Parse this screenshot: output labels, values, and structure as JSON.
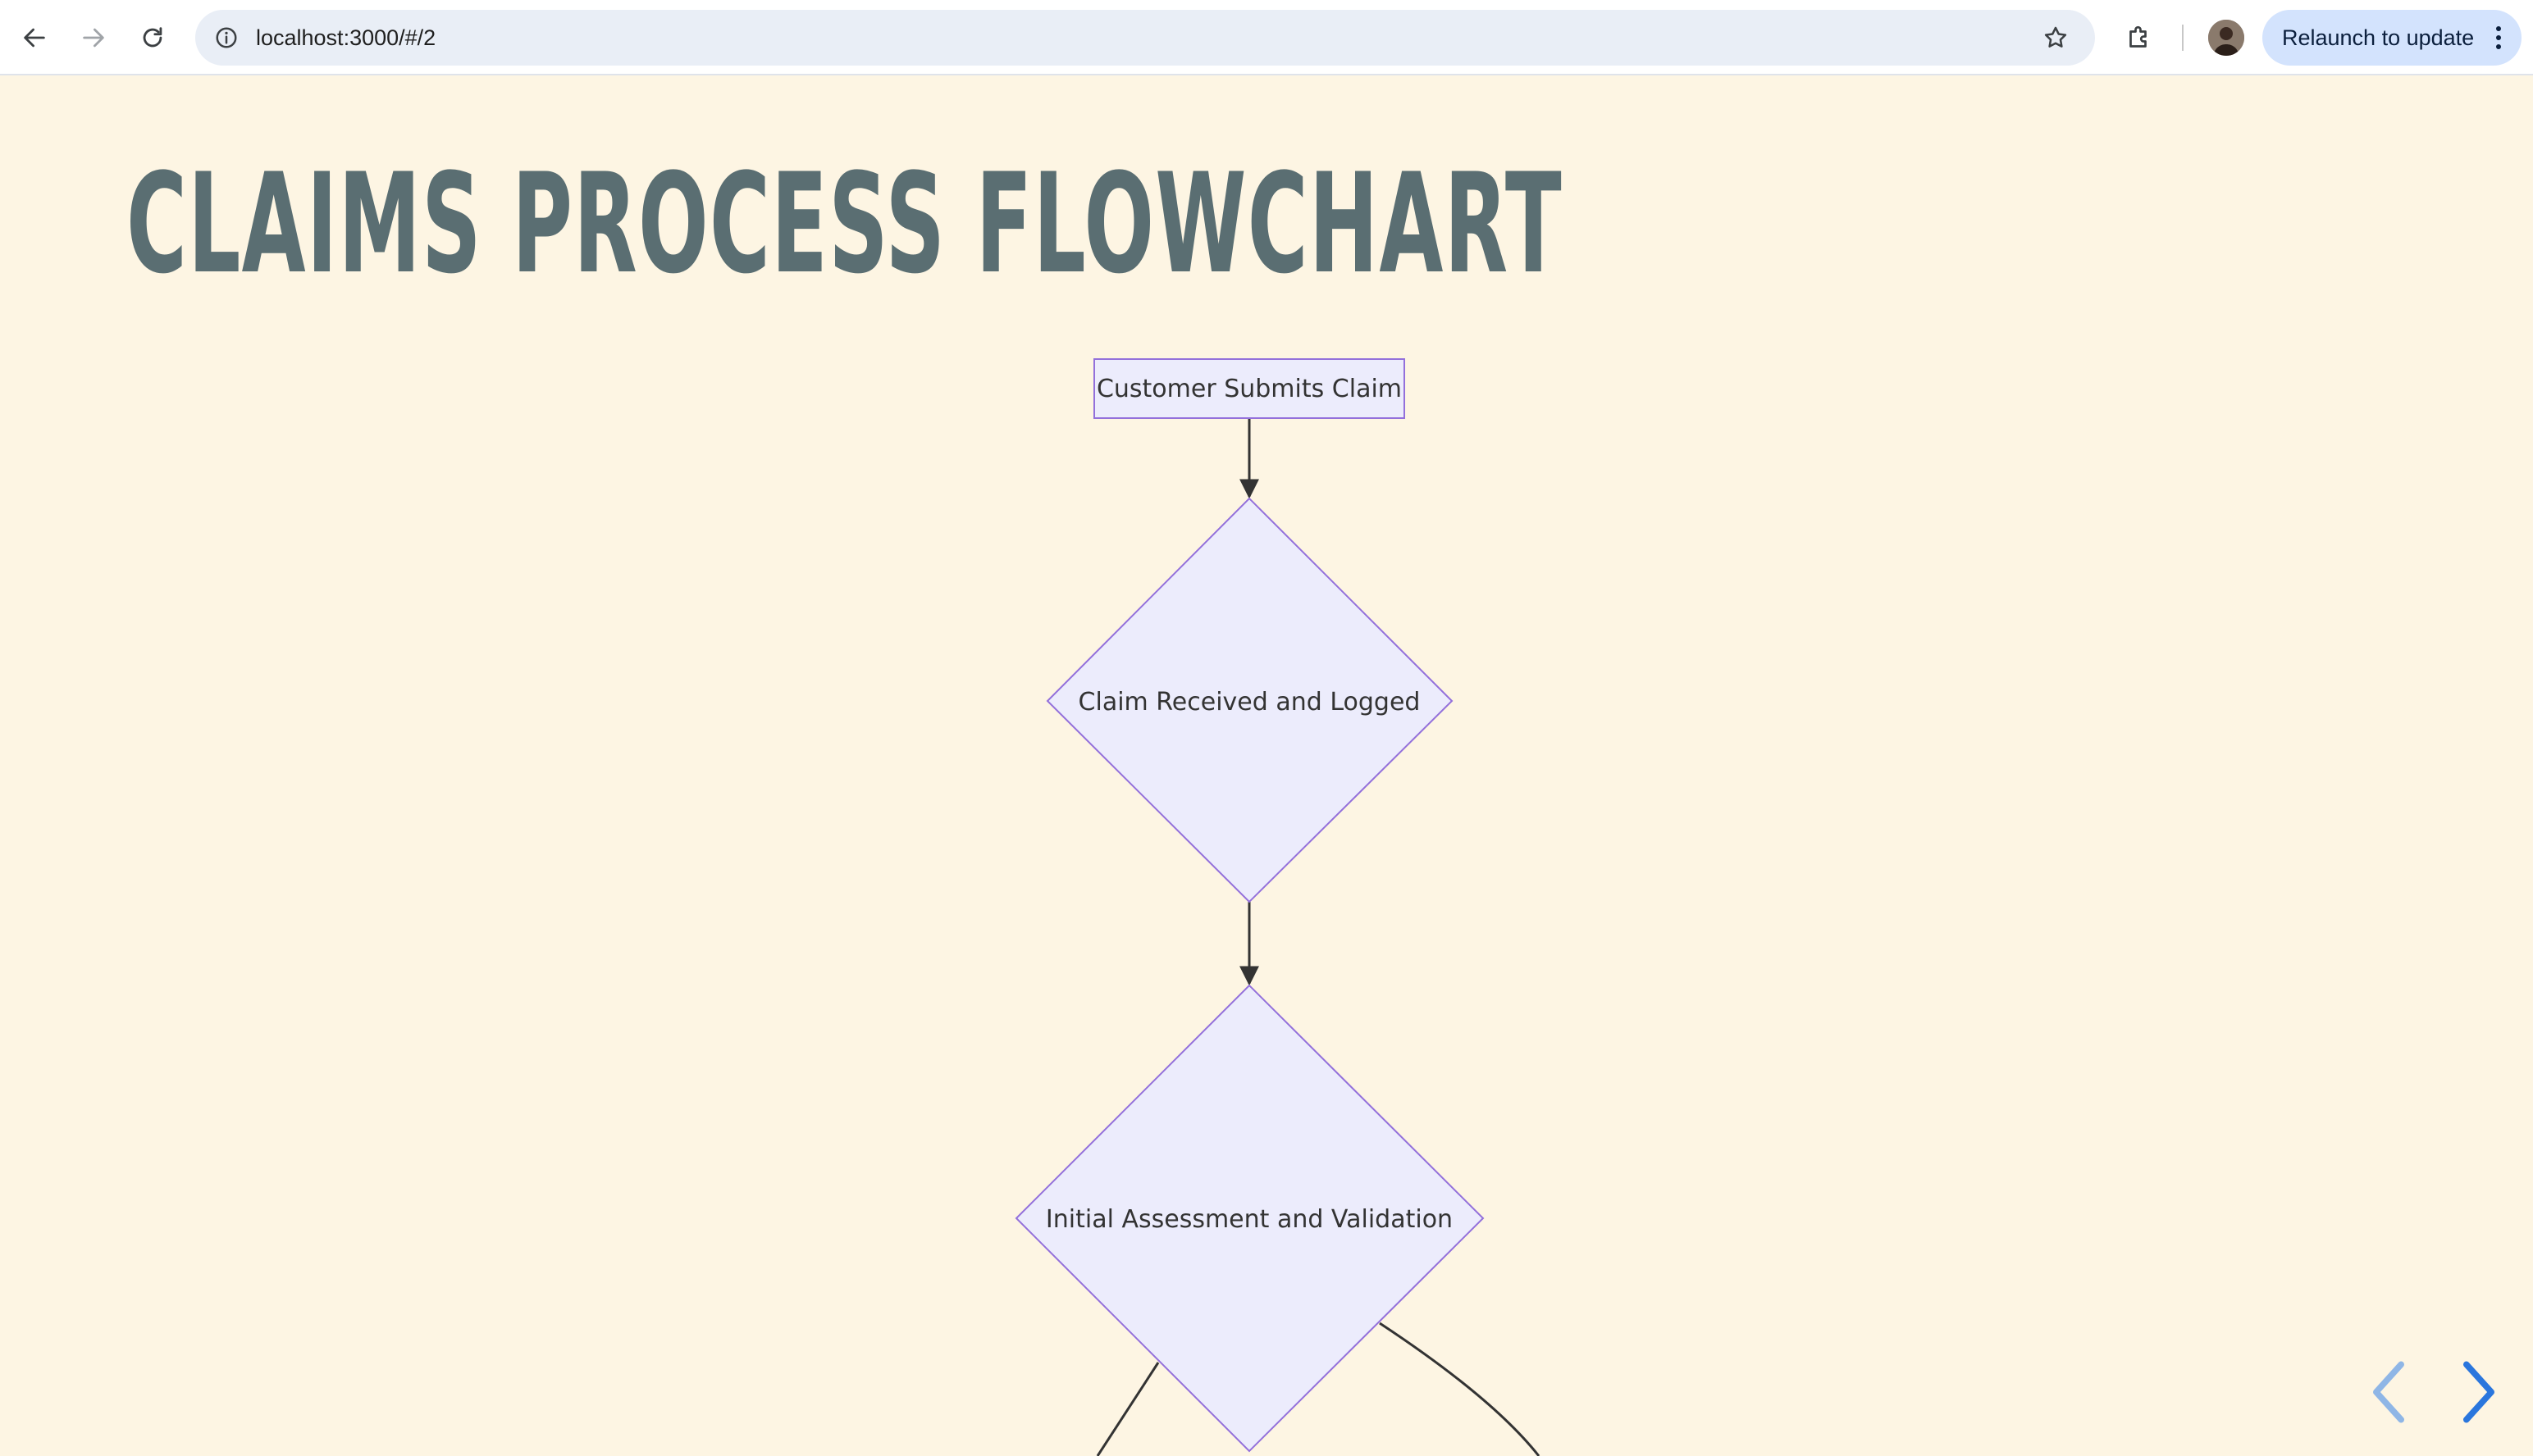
{
  "browser": {
    "url": "localhost:3000/#/2",
    "relaunch_label": "Relaunch to update",
    "icons": {
      "back": "back-arrow-icon",
      "forward": "forward-arrow-icon",
      "reload": "reload-icon",
      "site_info": "info-icon",
      "bookmark": "star-icon",
      "extensions": "puzzle-icon",
      "menu": "kebab-menu-icon"
    }
  },
  "slide": {
    "title": "CLAIMS PROCESS FLOWCHART",
    "colors": {
      "background": "#fdf5e3",
      "title": "#5a6e72",
      "node_fill": "#ececfc",
      "node_stroke": "#9370db",
      "edge": "#333333",
      "nav_active": "#2a76dd",
      "nav_inactive": "#8fb6e6"
    },
    "flowchart": {
      "nodes": [
        {
          "id": "start",
          "shape": "rectangle",
          "label": "Customer Submits Claim"
        },
        {
          "id": "logged",
          "shape": "diamond",
          "label": "Claim Received and Logged"
        },
        {
          "id": "assess",
          "shape": "diamond",
          "label": "Initial Assessment and Validation"
        }
      ],
      "edges": [
        {
          "from": "start",
          "to": "logged"
        },
        {
          "from": "logged",
          "to": "assess"
        }
      ]
    },
    "nav": {
      "prev": "chevron-left-icon",
      "next": "chevron-right-icon"
    }
  }
}
